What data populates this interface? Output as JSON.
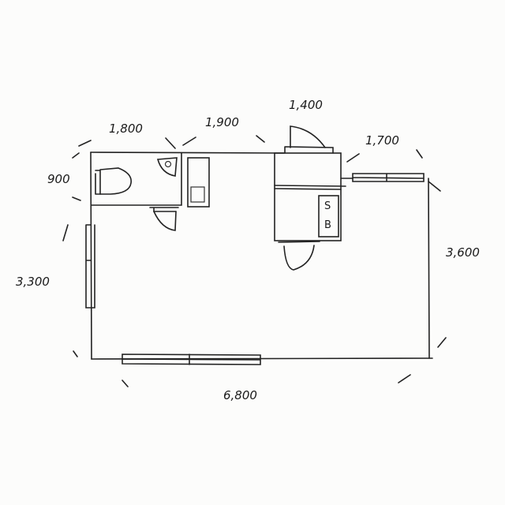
{
  "plan": {
    "dimensions": {
      "top_toilet": "1,800",
      "top_middle": "1,900",
      "entrance": "1,400",
      "top_right": "1,700",
      "toilet_depth": "900",
      "left_height": "3,300",
      "right_height": "3,600",
      "bottom_width": "6,800"
    },
    "shoe_box": {
      "line1": "S",
      "line2": "B"
    }
  }
}
